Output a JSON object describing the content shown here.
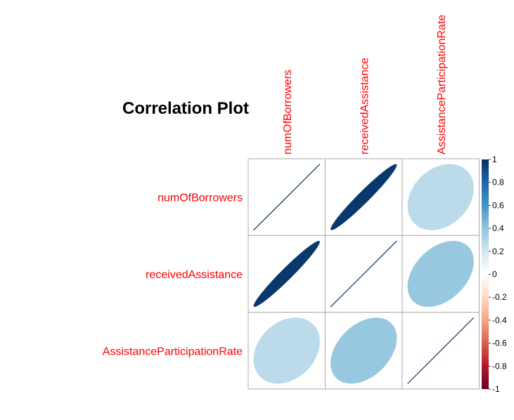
{
  "chart_data": {
    "type": "heatmap",
    "title": "Correlation Plot",
    "method": "ellipse",
    "variables": [
      "numOfBorrowers",
      "receivedAssistance",
      "AssistanceParticipationRate"
    ],
    "matrix": [
      [
        1.0,
        0.97,
        0.27
      ],
      [
        0.97,
        1.0,
        0.38
      ],
      [
        0.27,
        0.38,
        1.0
      ]
    ],
    "colorbar": {
      "range": [
        -1,
        1
      ],
      "ticks": [
        "1",
        "0.8",
        "0.6",
        "0.4",
        "0.2",
        "0",
        "-0.2",
        "-0.4",
        "-0.6",
        "-0.8",
        "-1"
      ]
    },
    "colors": {
      "label": "#ff0000",
      "grid": "#aaaaaa",
      "text": "#000000"
    }
  }
}
